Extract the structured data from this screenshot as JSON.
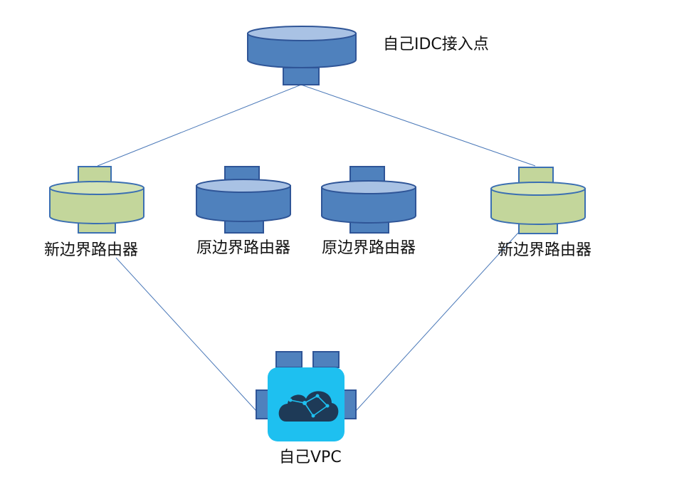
{
  "nodes": {
    "idc_access_point": {
      "label": "自己IDC接入点"
    },
    "new_border_router_left": {
      "label": "新边界路由器"
    },
    "original_border_router_1": {
      "label": "原边界路由器"
    },
    "original_border_router_2": {
      "label": "原边界路由器"
    },
    "new_border_router_right": {
      "label": "新边界路由器"
    },
    "own_vpc": {
      "label": "自己VPC"
    }
  },
  "colors": {
    "original_router_fill": "#4f81bd",
    "original_router_stroke": "#2f5597",
    "original_router_top": "#a9c2e4",
    "new_router_fill": "#c3d69b",
    "new_router_stroke": "#3b6fb2",
    "vpc_fill": "#1ec0f0",
    "vpc_port_fill": "#4f81bd",
    "vpc_cloud": "#1e3a57",
    "link_line": "#4a78b8"
  },
  "icons": {
    "vpc": "cloud-network-icon",
    "router": "router-cylinder-icon"
  },
  "edges": [
    {
      "from": "idc_access_point",
      "to": "new_border_router_left"
    },
    {
      "from": "idc_access_point",
      "to": "new_border_router_right"
    },
    {
      "from": "new_border_router_left",
      "to": "own_vpc"
    },
    {
      "from": "new_border_router_right",
      "to": "own_vpc"
    }
  ]
}
